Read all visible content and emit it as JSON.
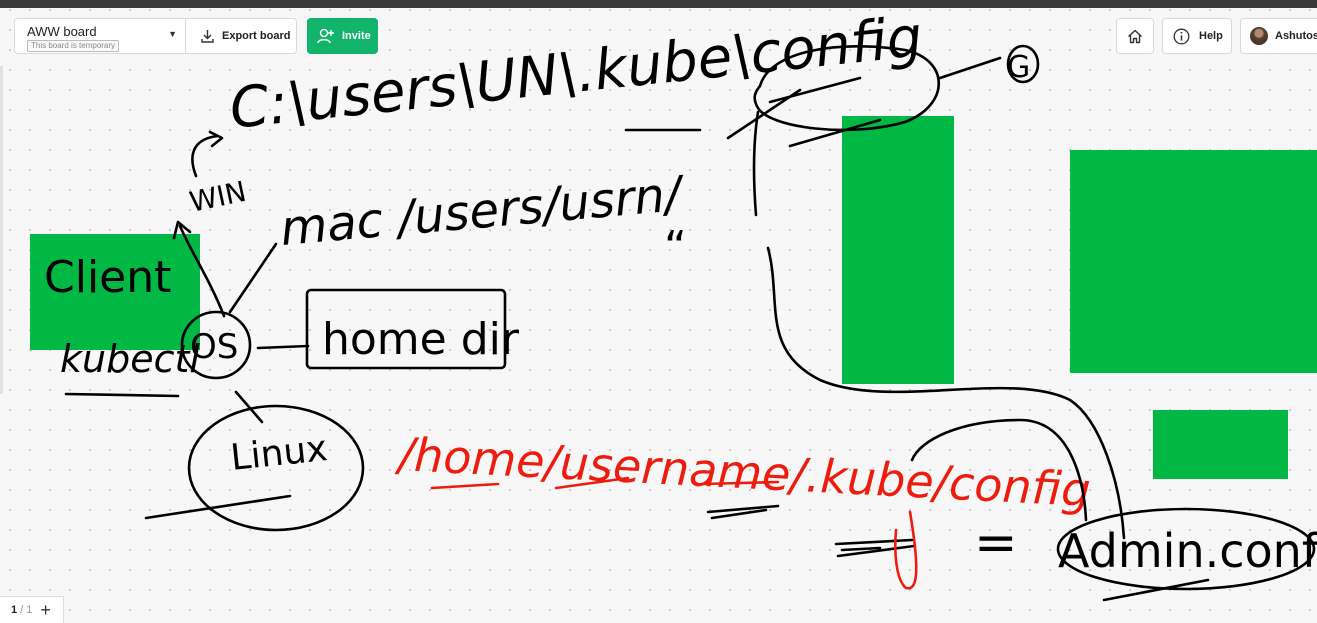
{
  "toolbar": {
    "board_name": "AWW board",
    "board_badge": "This board is temporary",
    "export_label": "Export board",
    "invite_label": "Invite",
    "help_label": "Help",
    "user_name": "Ashutosh"
  },
  "icons": {
    "dropdown": "chevron-down-icon",
    "export": "download-icon",
    "invite": "add-user-icon",
    "home": "home-icon",
    "help": "info-icon",
    "add_page": "plus-icon"
  },
  "colors": {
    "accent": "#12b36b",
    "sticky": "#00b843",
    "ink_black": "#000000",
    "ink_red": "#ee1c0e"
  },
  "pagination": {
    "current": "1",
    "total": "/ 1"
  },
  "canvas": {
    "texts": {
      "win_path": "C:\\users\\UN\\.kube\\config",
      "mac_path": "mac /users/usrn/",
      "ditto": "“",
      "win": "WIN",
      "client": "Client",
      "kubectl": "kubectl",
      "os": "OS",
      "home_dir": "home dir",
      "linux": "Linux",
      "linux_path": "/home/username/.kube/config",
      "equals": "=",
      "admin": "Admin.conf",
      "g": "G"
    }
  }
}
